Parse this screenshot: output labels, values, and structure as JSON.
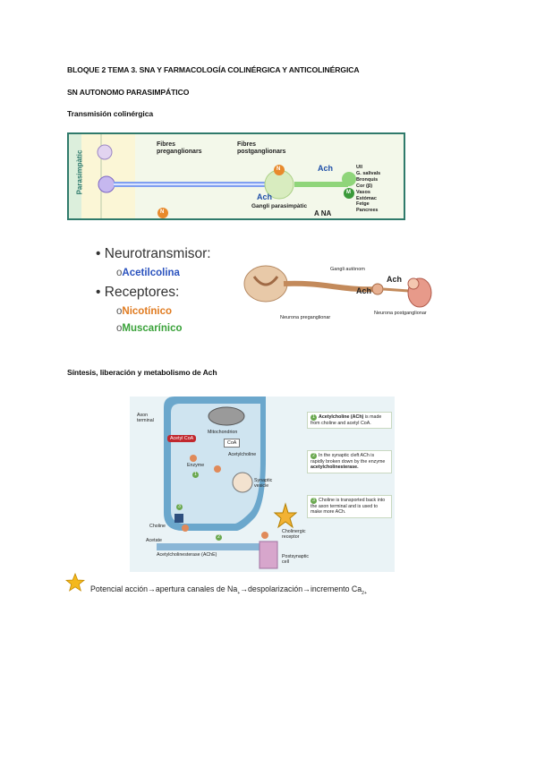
{
  "header": {
    "title": "BLOQUE 2 TEMA 3. SNA Y FARMACOLOGÍA COLINÉRGICA Y ANTICOLINÉRGICA",
    "subtitle": "SN AUTONOMO PARASIMPÁTICO",
    "section1": "Transmisión colinérgica"
  },
  "figure1": {
    "side_label": "Parasimpàtic",
    "fibres_pre": "Fibres preganglionars",
    "fibres_post": "Fibres postganglionars",
    "ach_left": "Ach",
    "ach_right": "Ach",
    "n_top": "N",
    "n_bottom": "N",
    "m": "M",
    "ganglion": "Gangli parasimpàtic",
    "ana": "A NA",
    "organs": [
      "Ull",
      "G. salivals",
      "Bronquis",
      "Cor (β)",
      "Vasos",
      "Estómac",
      "Fetge",
      "Pancrees"
    ]
  },
  "figure2": {
    "neuro_label": "Neurotransmisor:",
    "neuro_value": "Acetilcolina",
    "receptors_label": "Receptores:",
    "receptor1": "Nicotínico",
    "receptor2": "Muscarínico",
    "ganglion": "Gangli autònom",
    "ach_a": "Ach",
    "ach_b": "Ach",
    "pre": "Neurona preganglionar",
    "post": "Neurona postganglionar",
    "colors": {
      "acetilcolina": "#2a52be",
      "nicotinico": "#e07b20",
      "muscarinico": "#3aa23a"
    }
  },
  "section2": "Síntesis, liberación y metabolismo de Ach",
  "figure3": {
    "axon_terminal": "Axon terminal",
    "mitochondrion": "Mitochondrion",
    "acetyl_coa": "Acetyl CoA",
    "coa": "CoA",
    "acetylcholine": "Acetylcholine",
    "enzyme": "Enzyme",
    "synaptic_vesicle": "Synaptic vesicle",
    "choline": "Choline",
    "acetate": "Acetate",
    "ache": "Acetylcholinesterase (AChE)",
    "cholinergic_receptor": "Cholinergic receptor",
    "postsynaptic_cell": "Postsynaptic cell",
    "step1_bold": "Acetylcholine (ACh)",
    "step1_rest": " is made from choline and acetyl CoA.",
    "step2_text": "In the synaptic cleft ACh is rapidly broken down by the enzyme ",
    "step2_bold": "acetylcholinesterase.",
    "step3_text": "Choline is transported back into the axon terminal and is used to make more ACh.",
    "n1": "1",
    "n2": "2",
    "n3": "3",
    "ch": "Ch",
    "a": "A"
  },
  "footnote": {
    "part1": "Potencial acción→apertura canales de Na",
    "sub1": "+",
    "part2": "→despolarización→incremento Ca",
    "sub2": "2+"
  }
}
